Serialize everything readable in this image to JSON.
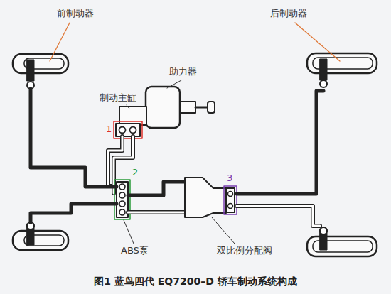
{
  "diagram": {
    "caption": "图1 蓝鸟四代 EQ7200–D 轿车制动系统构成",
    "labels": [
      "前制动器",
      "后制动器",
      "助力器",
      "制动主缸",
      "1",
      "2",
      "3",
      "ABS泵",
      "双比例分配阀"
    ]
  }
}
